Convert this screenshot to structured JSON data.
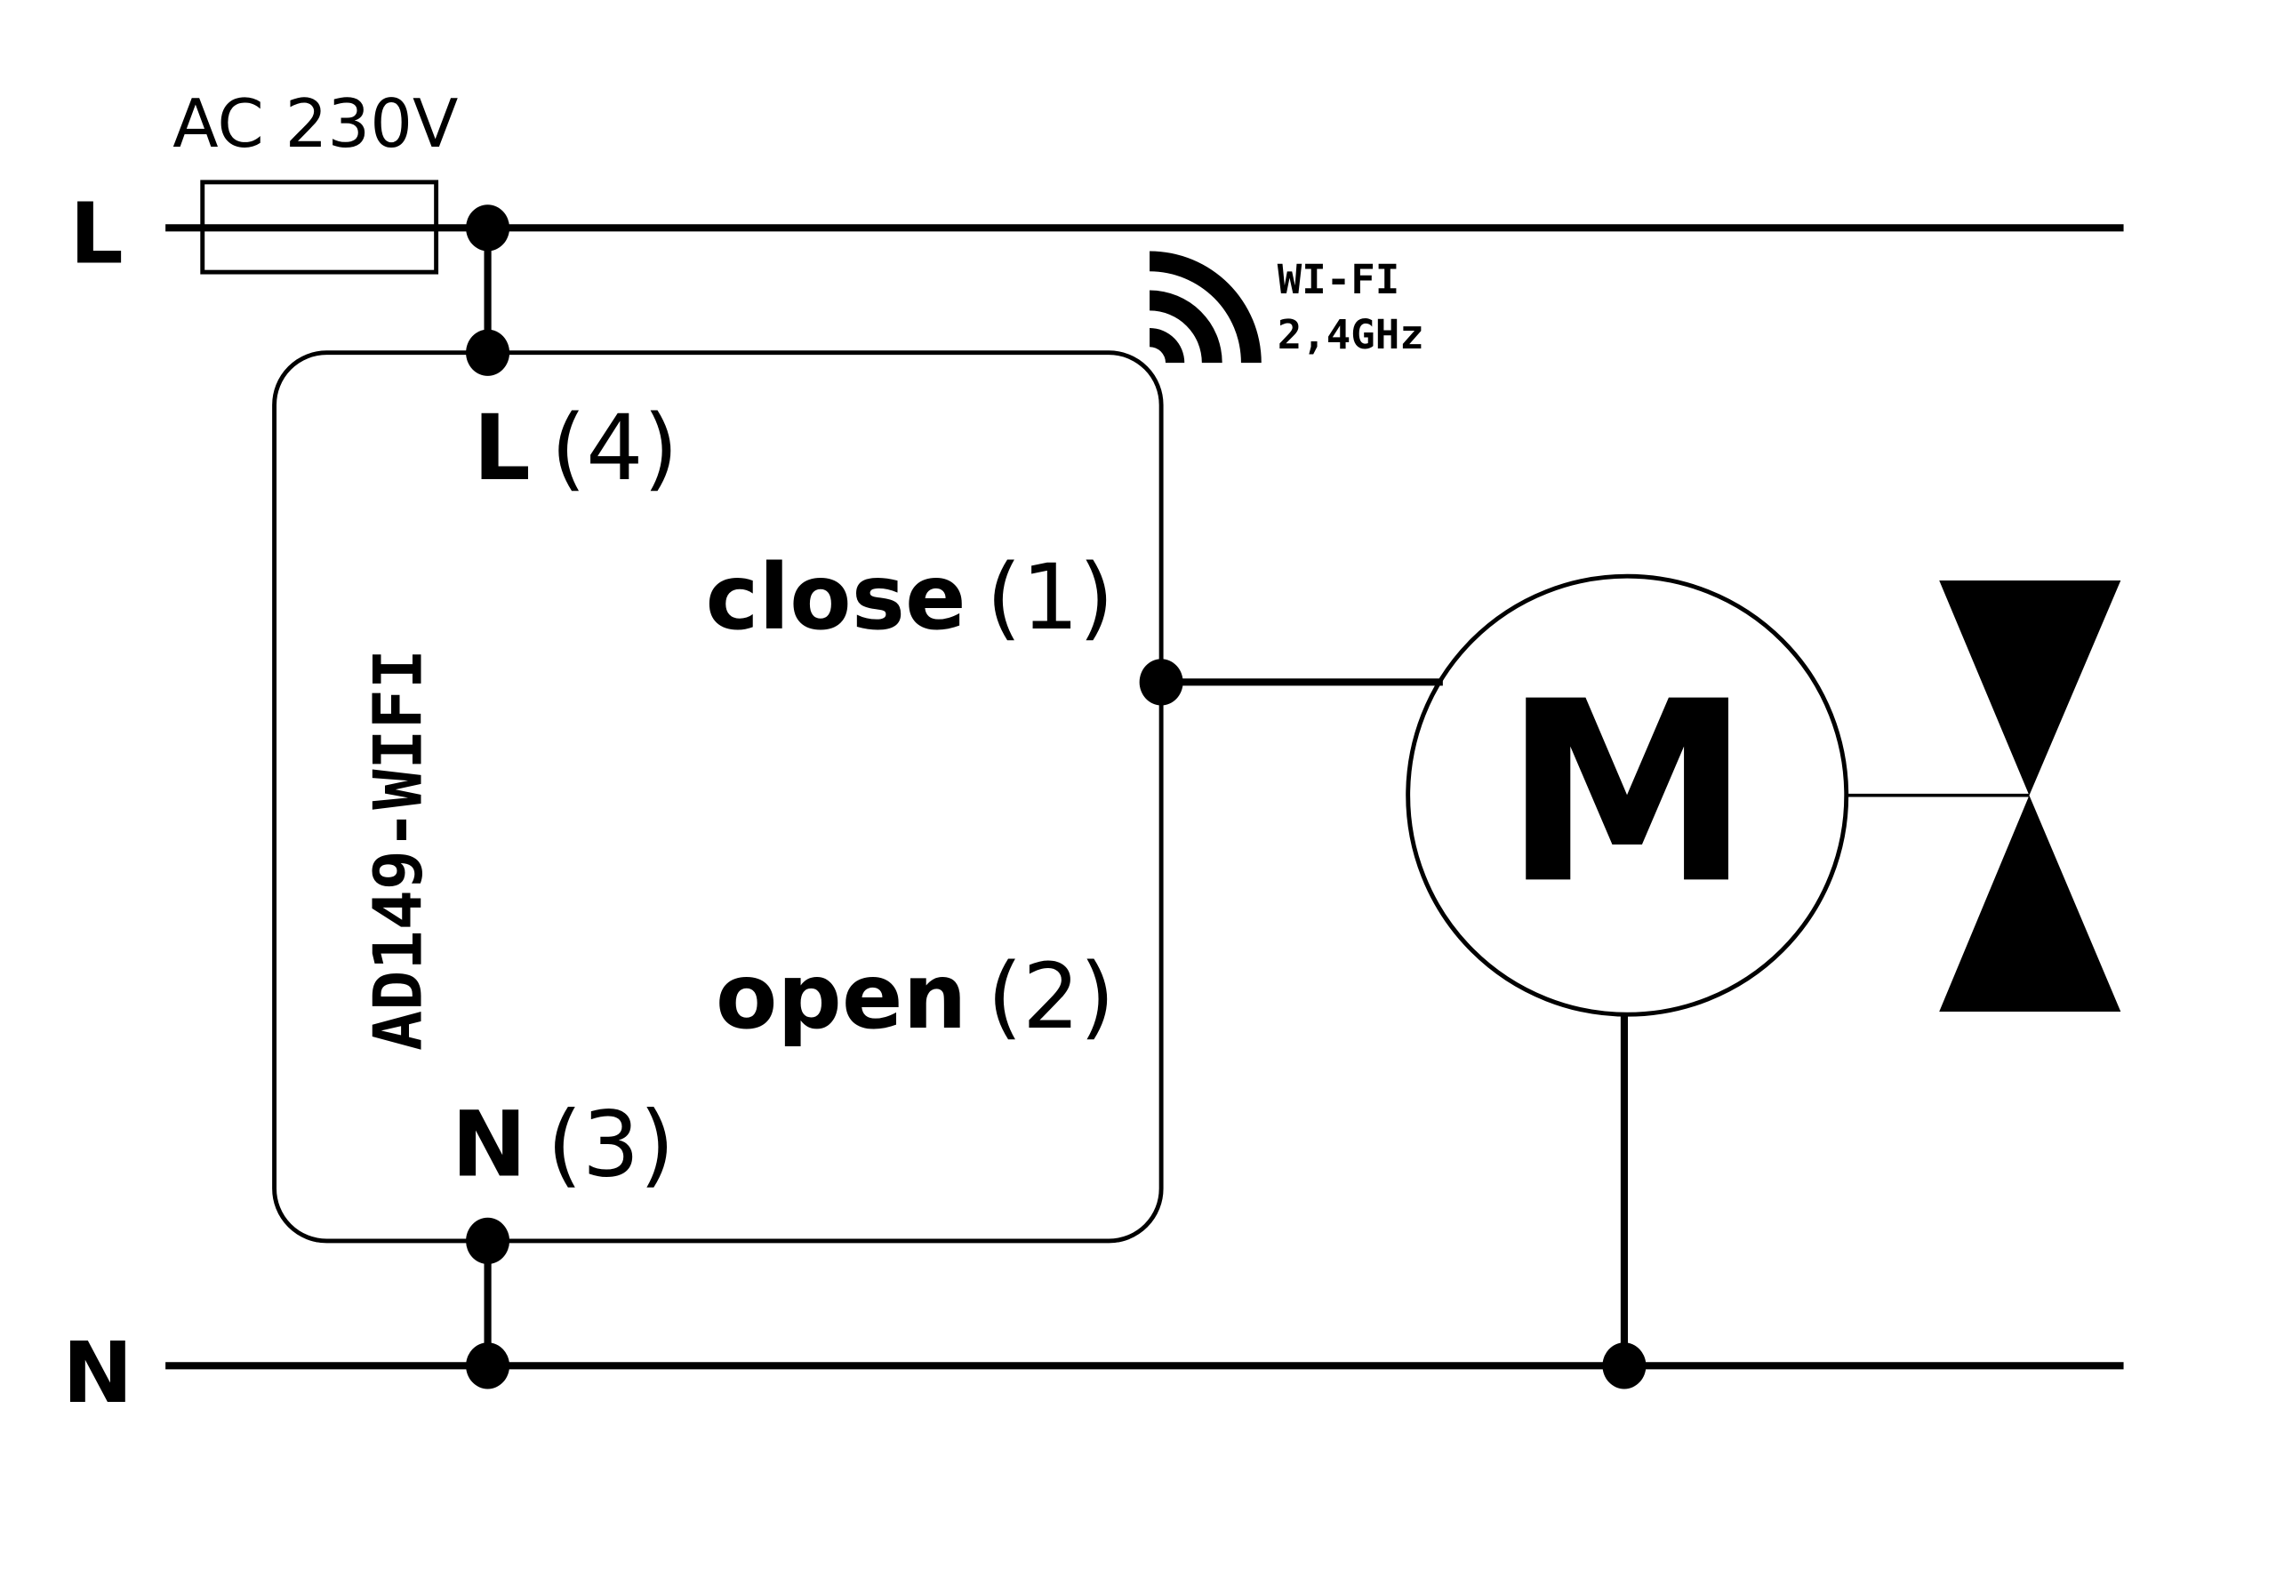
{
  "diagram": {
    "title": "Wiring diagram",
    "supply_label": "AC 230V",
    "rails": {
      "live": "L",
      "neutral": "N"
    },
    "wifi": {
      "line1": "WI-FI",
      "line2": "2,4GHz"
    },
    "device": {
      "name": "AD149-WIFI",
      "terminals": [
        {
          "label": "L",
          "number": "(4)"
        },
        {
          "label": "close",
          "number": "(1)"
        },
        {
          "label": "open",
          "number": "(2)"
        },
        {
          "label": "N",
          "number": "(3)"
        }
      ]
    },
    "motor": {
      "label": "M"
    },
    "components": [
      "fuse",
      "controller",
      "motor",
      "valve"
    ],
    "colors": {
      "ink": "#000000",
      "background": "#ffffff"
    }
  }
}
